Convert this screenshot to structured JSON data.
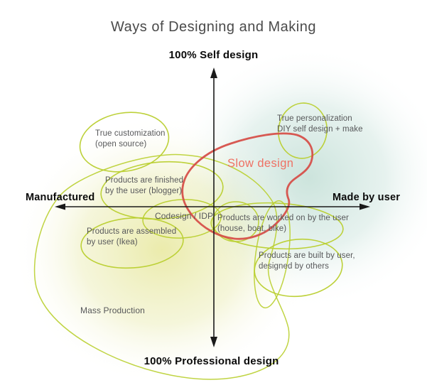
{
  "title": "Ways of Designing and Making",
  "axes": {
    "top": "100% Self design",
    "bottom": "100% Professional design",
    "left": "Manufactured",
    "right": "Made by user"
  },
  "labels": {
    "true_customization": "True customization\n(open source)",
    "true_personalization": "True personalization\nDIY self design + make",
    "products_finished": "Products are finished\nby the user (blogger)",
    "codesign": "Codesign / IDP",
    "products_worked": "Products are worked on by the user\n(house, boat, bike)",
    "products_assembled": "Products are assembled\nby user (Ikea)",
    "products_built": "Products are built by user,\ndesigned by others",
    "mass_production": "Mass Production",
    "slow_design": "Slow design"
  },
  "colors": {
    "green": "#b9cf2f",
    "red": "#d6504a",
    "red_text": "#ef7164",
    "text_gray": "#57585a",
    "axis_black": "#1a1a1a"
  }
}
